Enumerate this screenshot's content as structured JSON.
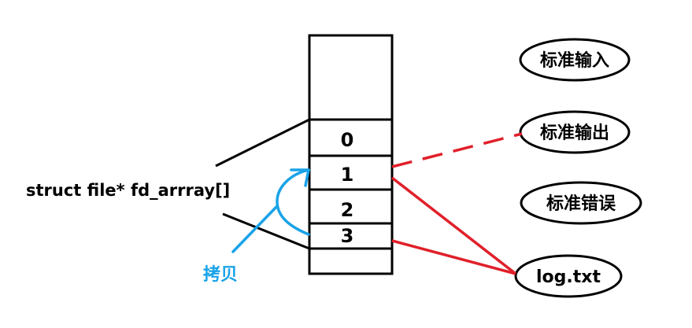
{
  "array": {
    "label": "struct file* fd_arrray[]",
    "indices": [
      "0",
      "1",
      "2",
      "3"
    ]
  },
  "targets": {
    "stdin": "标准输入",
    "stdout": "标准输出",
    "stderr": "标准错误",
    "logfile": "log.txt"
  },
  "copy_label": "拷贝",
  "colors": {
    "box_stroke": "#000000",
    "link_red": "#e0202a",
    "copy_blue": "#1aa3e8"
  }
}
